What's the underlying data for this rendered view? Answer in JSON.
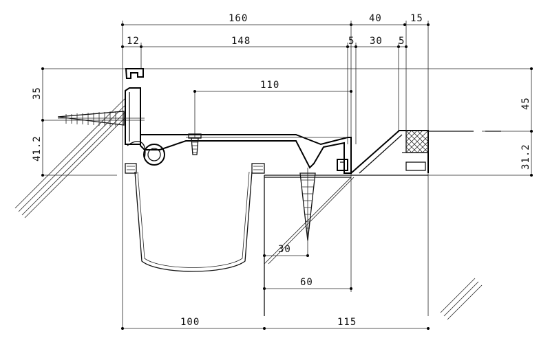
{
  "dimensions": {
    "top_160": "160",
    "top_40": "40",
    "top_15": "15",
    "row2_12": "12",
    "row2_148": "148",
    "row2_5a": "5",
    "row2_30": "30",
    "row2_5b": "5",
    "inner_110": "110",
    "left_35": "35",
    "left_41_2": "41.2",
    "right_45": "45",
    "right_31_2": "31.2",
    "inner_30": "30",
    "inner_60": "60",
    "bottom_100": "100",
    "bottom_115": "115"
  },
  "colors": {
    "line": "#111111",
    "background": "#ffffff"
  }
}
